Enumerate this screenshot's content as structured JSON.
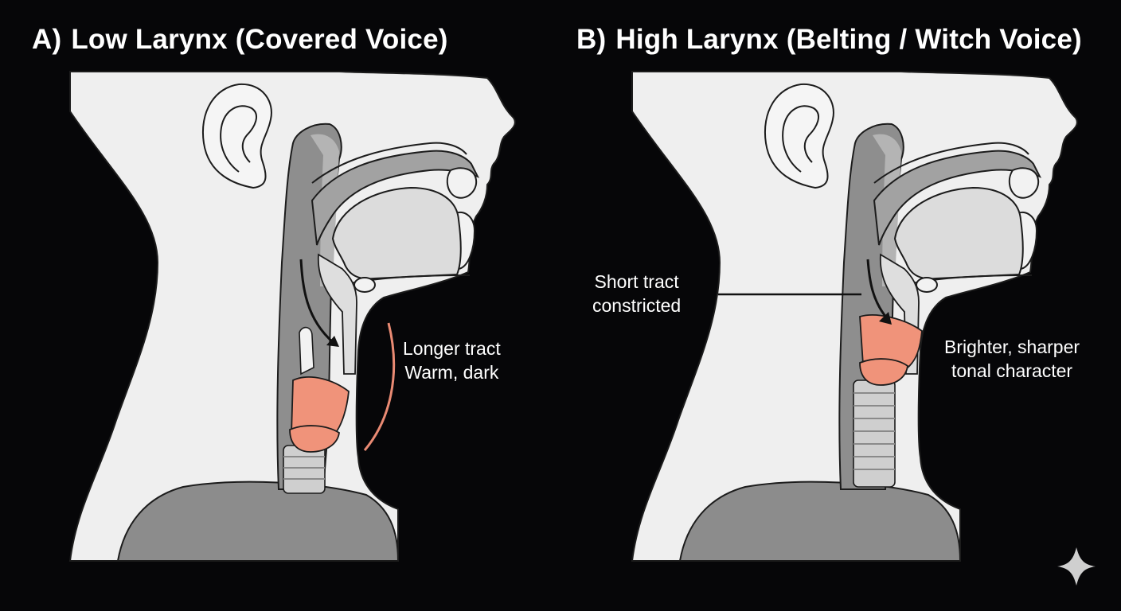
{
  "panels": [
    {
      "letter": "A)",
      "title": "Low Larynx (Covered Voice)",
      "annotations": [
        {
          "lines": [
            "Longer tract",
            "Warm, dark"
          ]
        }
      ]
    },
    {
      "letter": "B)",
      "title": "High Larynx (Belting / Witch Voice)",
      "annotations": [
        {
          "lines": [
            "Short tract",
            "constricted"
          ]
        },
        {
          "lines": [
            "Brighter, sharper",
            "tonal character"
          ]
        }
      ]
    }
  ],
  "icons": {
    "corner": "sparkle-icon"
  },
  "colors": {
    "background": "#060608",
    "skin": "#efefef",
    "tract": "#8e8e8e",
    "cavity": "#dcdcdc",
    "larynx": "#f0937a",
    "accent_line": "#e98a73",
    "outline": "#1c1c1c",
    "text": "#ffffff"
  }
}
